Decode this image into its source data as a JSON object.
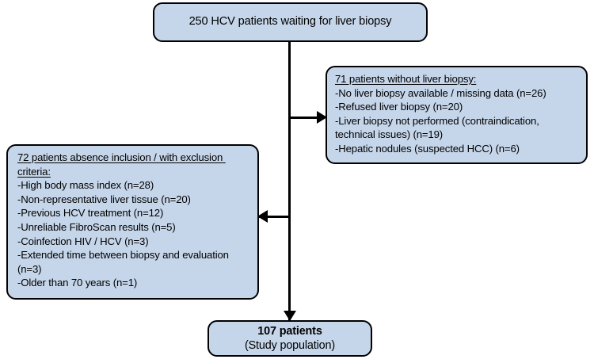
{
  "figure": {
    "type": "flowchart",
    "colors": {
      "box_fill": "#c6d6ea",
      "box_border": "#000000",
      "text": "#000000",
      "background": "#ffffff"
    }
  },
  "nodes": {
    "top": {
      "text": "250 HCV patients waiting for liver biopsy"
    },
    "right": {
      "header": "71 patients without liver biopsy:",
      "items": [
        "-No liver biopsy available / missing data (n=26)",
        "-Refused liver biopsy (n=20)",
        "-Liver biopsy not performed (contraindication, technical issues) (n=19)",
        "-Hepatic nodules (suspected HCC) (n=6)"
      ]
    },
    "left": {
      "header": "72 patients absence inclusion / with exclusion criteria:",
      "items": [
        "-High body mass index (n=28)",
        "-Non-representative liver tissue (n=20)",
        "-Previous HCV treatment (n=12)",
        "-Unreliable FibroScan results (n=5)",
        "-Coinfection HIV / HCV (n=3)",
        "-Extended time between biopsy and evaluation (n=3)",
        "-Older than 70 years (n=1)"
      ]
    },
    "bottom": {
      "line1": "107 patients",
      "line2": "(Study population)"
    }
  },
  "connectors": {
    "trunk": "vertical-trunk",
    "to_right": "arrow-right-to-excluded-no-biopsy",
    "to_left": "arrow-left-to-exclusion-criteria",
    "to_bottom": "arrow-down-to-study-population"
  }
}
